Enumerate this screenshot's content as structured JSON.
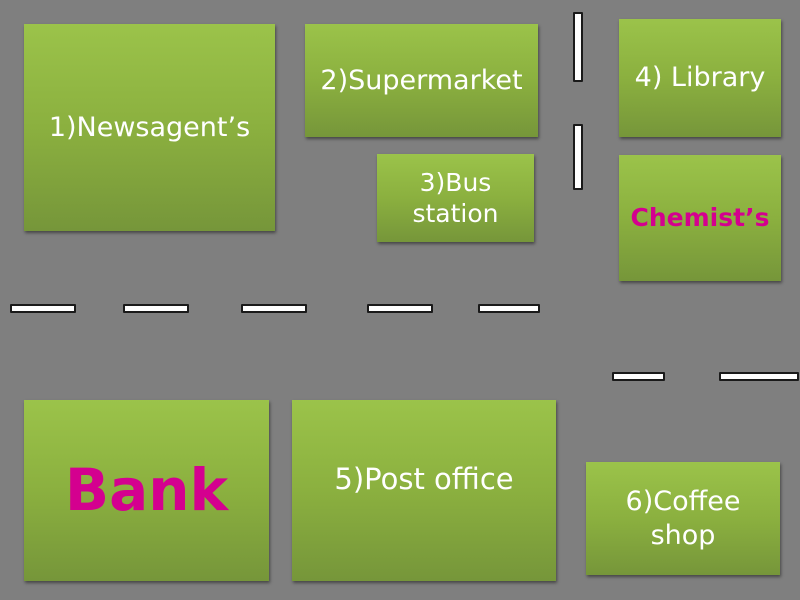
{
  "places": {
    "newsagents": "1)Newsagent’s",
    "supermarket": "2)Supermarket",
    "bus_station_line1": "3)Bus",
    "bus_station_line2": "station",
    "library": "4) Library",
    "chemists": "Chemist’s",
    "bank": "Bank",
    "post_office": "5)Post office",
    "coffee_shop_line1": "6)Coffee",
    "coffee_shop_line2": "shop"
  },
  "colors": {
    "background": "#7f7f7f",
    "box_green": "#8bb03f",
    "highlight_pink": "#d4008f",
    "road_marking": "#ffffff"
  }
}
